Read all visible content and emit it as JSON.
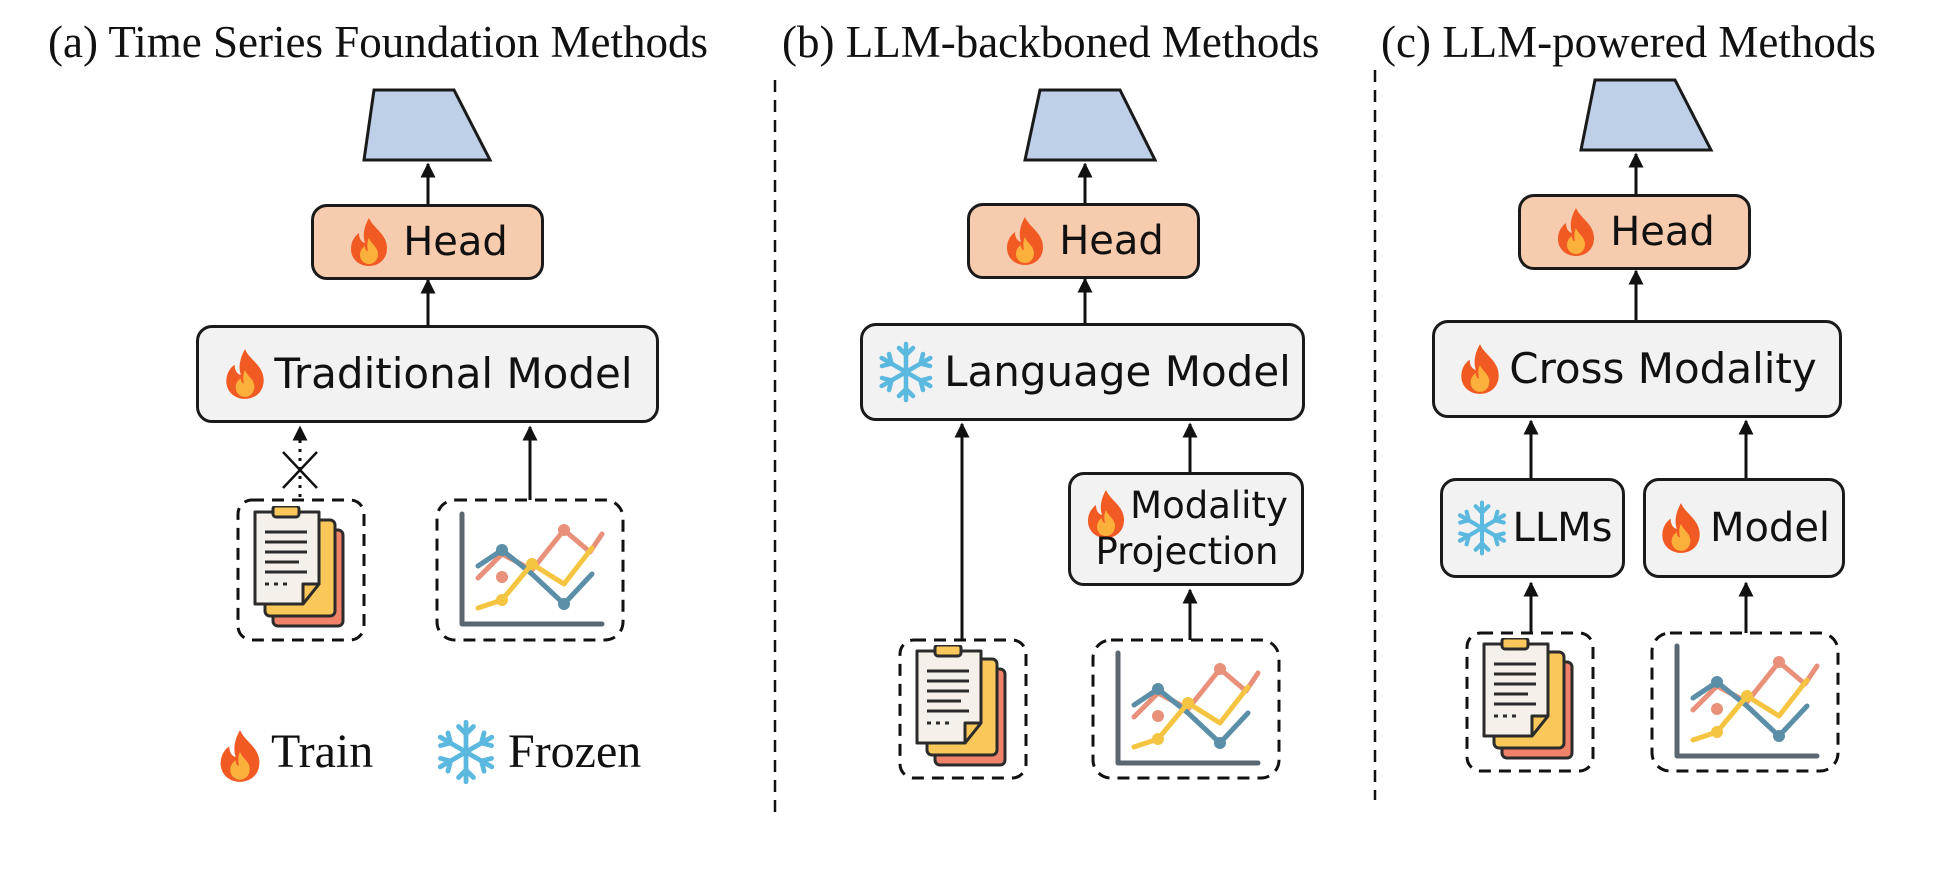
{
  "panels": [
    {
      "title": "(a) Time Series Foundation Methods",
      "head_label": "Head",
      "model_label": "Traditional Model",
      "model_icon": "flame-icon"
    },
    {
      "title": "(b) LLM-backboned Methods",
      "head_label": "Head",
      "model_label": "Language Model",
      "model_icon": "snowflake-icon",
      "projection_label": [
        "Modality",
        "Projection"
      ],
      "projection_icon": "flame-icon"
    },
    {
      "title": "(c) LLM-powered Methods",
      "head_label": "Head",
      "model_label": "Cross Modality",
      "model_icon": "flame-icon",
      "llm_label": "LLMs",
      "llm_icon": "snowflake-icon",
      "ts_model_label": "Model",
      "ts_model_icon": "flame-icon"
    }
  ],
  "legend": {
    "train_label": "Train",
    "train_icon": "flame-icon",
    "frozen_label": "Frozen",
    "frozen_icon": "snowflake-icon"
  },
  "colors": {
    "head_fill": "#f7cbae",
    "box_fill": "#f2f2f2",
    "output_fill": "#bdd0e8",
    "flame_outer": "#f25a24",
    "flame_inner": "#fbb03b",
    "snowflake": "#5bb8df",
    "series_red": "#e8907a",
    "series_blue": "#5b8fa8",
    "series_yellow": "#f5c542"
  }
}
